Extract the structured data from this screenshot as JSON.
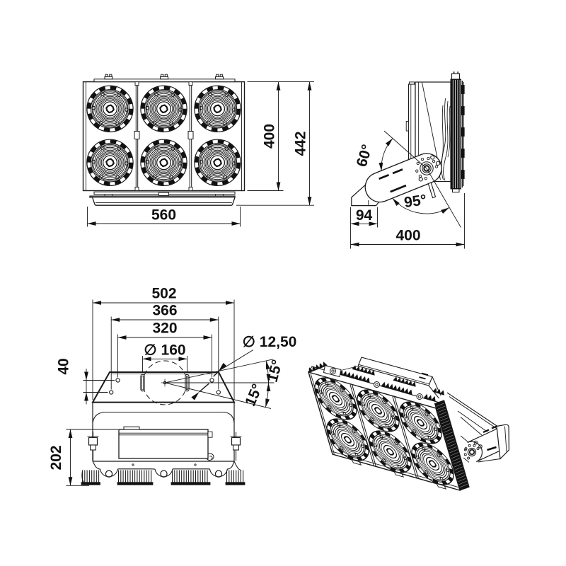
{
  "page": {
    "background": "#ffffff",
    "ink_color": "#1a1a1a",
    "description": "Technical dimension drawing of a six-module LED floodlight: front, side, top and isometric views"
  },
  "views": {
    "front": {
      "title": "front-view",
      "dim_width": "560",
      "dim_height_body": "400",
      "dim_height_overall": "442"
    },
    "side": {
      "title": "side-view",
      "angle_upper": "60°",
      "angle_lower": "95°",
      "dim_foot": "94",
      "dim_depth": "400"
    },
    "top": {
      "title": "top-view",
      "dim_overall": "502",
      "dim_holes_outer": "366",
      "dim_holes_inner": "320",
      "dim_circle": "∅ 160",
      "dim_hole": "∅ 12,50",
      "dim_offset": "40",
      "dim_height": "202",
      "angle_upper": "15°",
      "angle_lower": "15°"
    },
    "isometric": {
      "title": "isometric-view"
    }
  }
}
